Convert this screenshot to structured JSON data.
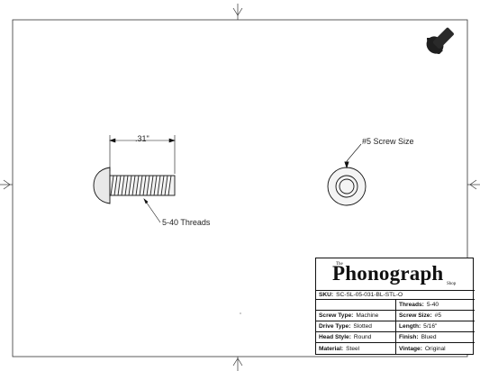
{
  "drawing": {
    "dimension_label": ".31\"",
    "threads_callout": "5-40 Threads",
    "screw_size_callout": "#5 Screw Size",
    "colors": {
      "line": "#111111",
      "screw_fill": "#e9e9e9",
      "thumbnail": "#1a1a1a"
    }
  },
  "title_block": {
    "logo": {
      "the": "The",
      "name": "Phonograph",
      "shop": "Shop"
    },
    "sku": {
      "label": "SKU:",
      "value": "SC-SL-05-031-BL-STL-O"
    },
    "threads": {
      "label": "Threads:",
      "value": "5-40"
    },
    "screw_type": {
      "label": "Screw Type:",
      "value": "Machine"
    },
    "screw_size": {
      "label": "Screw Size:",
      "value": "#5"
    },
    "drive_type": {
      "label": "Drive Type:",
      "value": "Slotted"
    },
    "length": {
      "label": "Length:",
      "value": "5/16\""
    },
    "head_style": {
      "label": "Head Style:",
      "value": "Round"
    },
    "finish": {
      "label": "Finish:",
      "value": "Blued"
    },
    "material": {
      "label": "Material:",
      "value": "Steel"
    },
    "vintage": {
      "label": "Vintage:",
      "value": "Original"
    }
  }
}
